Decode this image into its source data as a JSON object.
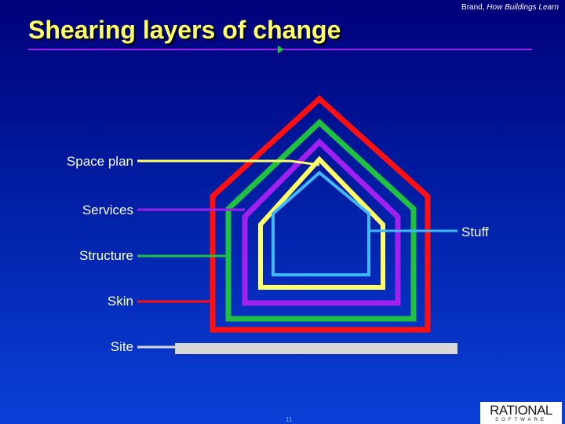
{
  "citation": {
    "prefix": "Brand, ",
    "book": "How Buildings Learn"
  },
  "title": "Shearing layers of change",
  "colors": {
    "title": "#ffff66",
    "rule": "#a020f0",
    "site": "#d8d8d8",
    "skin": "#ff1010",
    "structure": "#20c040",
    "services": "#a020f0",
    "space_plan": "#ffff66",
    "stuff": "#40b8ff"
  },
  "layers": [
    {
      "key": "space_plan",
      "label": "Space plan"
    },
    {
      "key": "services",
      "label": "Services"
    },
    {
      "key": "structure",
      "label": "Structure"
    },
    {
      "key": "skin",
      "label": "Skin"
    },
    {
      "key": "site",
      "label": "Site"
    },
    {
      "key": "stuff",
      "label": "Stuff"
    }
  ],
  "logo": {
    "name": "RATIONAL",
    "sub": "SOFTWARE"
  },
  "slide_number": "11"
}
